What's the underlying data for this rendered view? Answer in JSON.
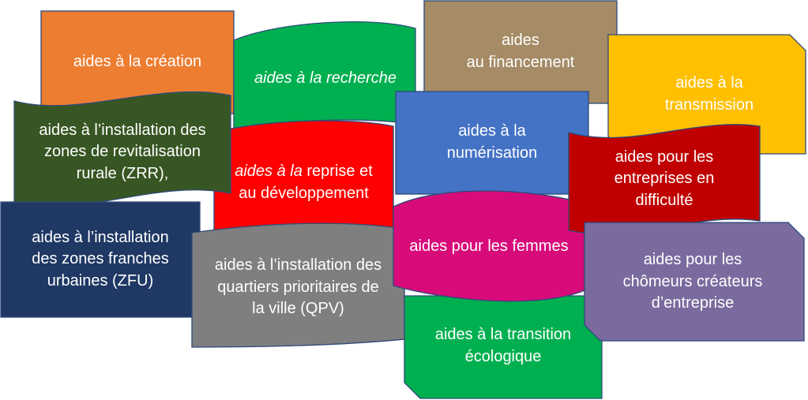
{
  "colors": {
    "creation": "#ED7D31",
    "recherche": "#00B050",
    "financement": "#A58B66",
    "transmission": "#FFC000",
    "zrr": "#375623",
    "reprise": "#FF0000",
    "numerisation": "#4472C4",
    "difficulte": "#C00000",
    "zfu": "#1F3864",
    "qpv": "#7F7F7F",
    "femmes": "#D80B7A",
    "chomeurs": "#7A6A9E",
    "ecologique": "#00B050",
    "outline": "#2E4A7A"
  },
  "boxes": {
    "creation": {
      "l1": "aides à la création"
    },
    "recherche": {
      "l1": "aides à la recherche"
    },
    "financement": {
      "l1": "aides",
      "l2": "au financement"
    },
    "transmission": {
      "l1": "aides à la",
      "l2": "transmission"
    },
    "zrr": {
      "l1": "aides à l’installation des",
      "l2": "zones de revitalisation",
      "l3": "rurale (ZRR),"
    },
    "reprise": {
      "it": "aides à la",
      "rest": " reprise et",
      "l2": "au développement"
    },
    "numerisation": {
      "l1": "aides à la",
      "l2": "numérisation"
    },
    "difficulte": {
      "l1": "aides pour les",
      "l2": "entreprises en",
      "l3": "difficulté"
    },
    "zfu": {
      "l1": "aides à l’installation",
      "l2": "des zones franches",
      "l3": "urbaines (ZFU)"
    },
    "qpv": {
      "l1": "aides à l’installation des",
      "l2": "quartiers prioritaires de",
      "l3": "la ville (QPV)"
    },
    "femmes": {
      "l1": "aides pour les femmes"
    },
    "chomeurs": {
      "l1": "aides pour les",
      "l2": "chômeurs créateurs",
      "l3": "d’entreprise"
    },
    "ecologique": {
      "l1": "aides à la transition",
      "l2": "écologique"
    }
  }
}
